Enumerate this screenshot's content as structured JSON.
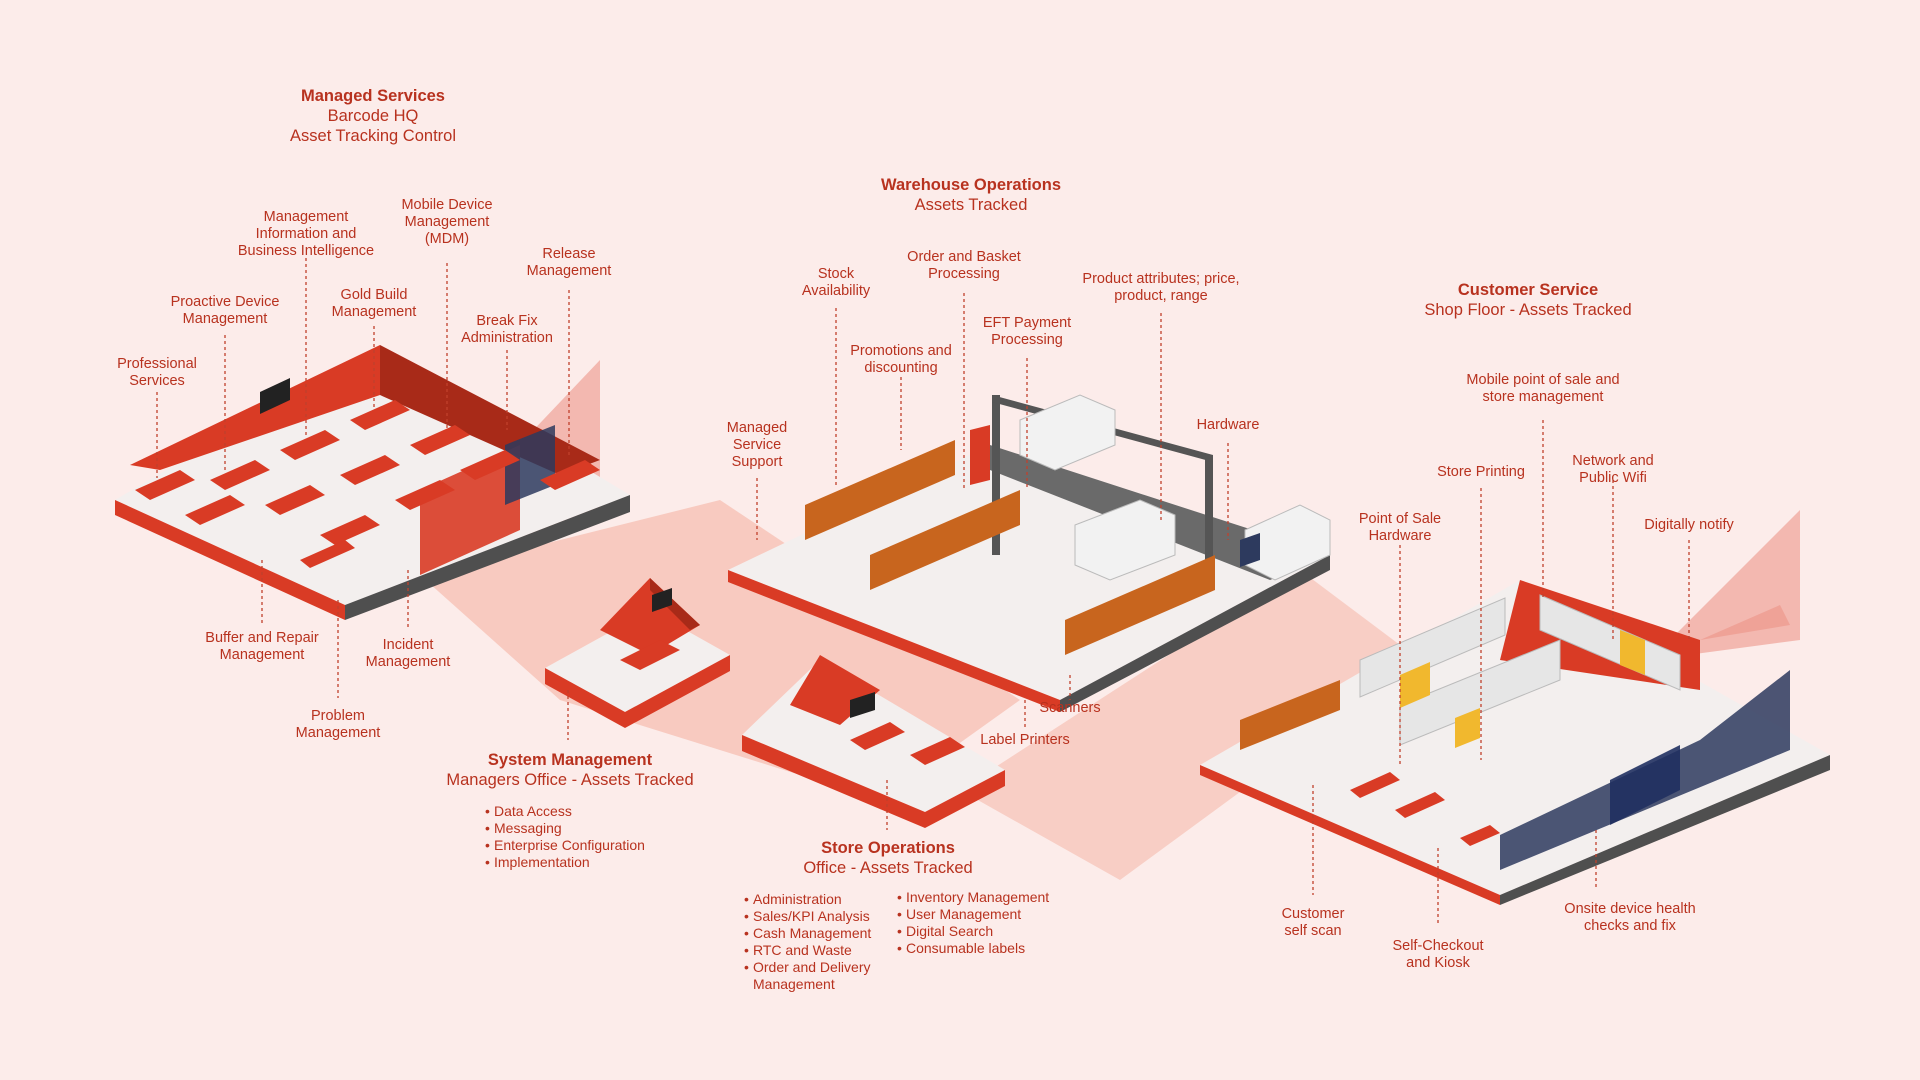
{
  "colors": {
    "background": "#fcecea",
    "accent": "#b8321f",
    "floor": "#f3efee",
    "red": "#d93b25",
    "dark_red": "#a82a18",
    "shadow": "#f6c2b6",
    "road": "#5a5a5a"
  },
  "sections": {
    "managed_services": {
      "title": "Managed Services",
      "lines": [
        "Barcode HQ",
        "Asset Tracking Control"
      ]
    },
    "warehouse": {
      "title": "Warehouse Operations",
      "lines": [
        "Assets Tracked"
      ]
    },
    "customer_service": {
      "title": "Customer Service",
      "lines": [
        "Shop Floor - Assets Tracked"
      ]
    },
    "system_management": {
      "title": "System Management",
      "lines": [
        "Managers Office - Assets Tracked"
      ],
      "bullets": [
        "Data Access",
        "Messaging",
        "Enterprise Configuration",
        "Implementation"
      ]
    },
    "store_operations": {
      "title": "Store Operations",
      "lines": [
        "Office - Assets Tracked"
      ],
      "bullets_left": [
        "Administration",
        "Sales/KPI Analysis",
        "Cash Management",
        "RTC and Waste",
        "Order and Delivery\nManagement"
      ],
      "bullets_right": [
        "Inventory Management",
        "User Management",
        "Digital Search",
        "Consumable labels"
      ]
    }
  },
  "labels": {
    "professional_services": "Professional\nServices",
    "proactive_device": "Proactive Device\nManagement",
    "mi_bi": "Management\nInformation and\nBusiness Intelligence",
    "gold_build": "Gold Build\nManagement",
    "mdm": "Mobile Device\nManagement\n(MDM)",
    "break_fix": "Break Fix\nAdministration",
    "release": "Release\nManagement",
    "buffer_repair": "Buffer and Repair\nManagement",
    "incident": "Incident\nManagement",
    "problem": "Problem\nManagement",
    "managed_service_support": "Managed\nService\nSupport",
    "stock_availability": "Stock\nAvailability",
    "promotions": "Promotions and\ndiscounting",
    "order_basket": "Order and Basket\nProcessing",
    "eft": "EFT Payment\nProcessing",
    "product_attributes": "Product attributes; price,\nproduct, range",
    "hardware": "Hardware",
    "scanners": "Scanners",
    "label_printers": "Label Printers",
    "mobile_pos": "Mobile point of sale and\nstore management",
    "store_printing": "Store Printing",
    "network_wifi": "Network and\nPublic Wifi",
    "pos_hardware": "Point of Sale\nHardware",
    "digitally_notify": "Digitally notify",
    "customer_self_scan": "Customer\nself scan",
    "self_checkout": "Self-Checkout\nand Kiosk",
    "onsite_health": "Onsite device health\nchecks and fix"
  }
}
